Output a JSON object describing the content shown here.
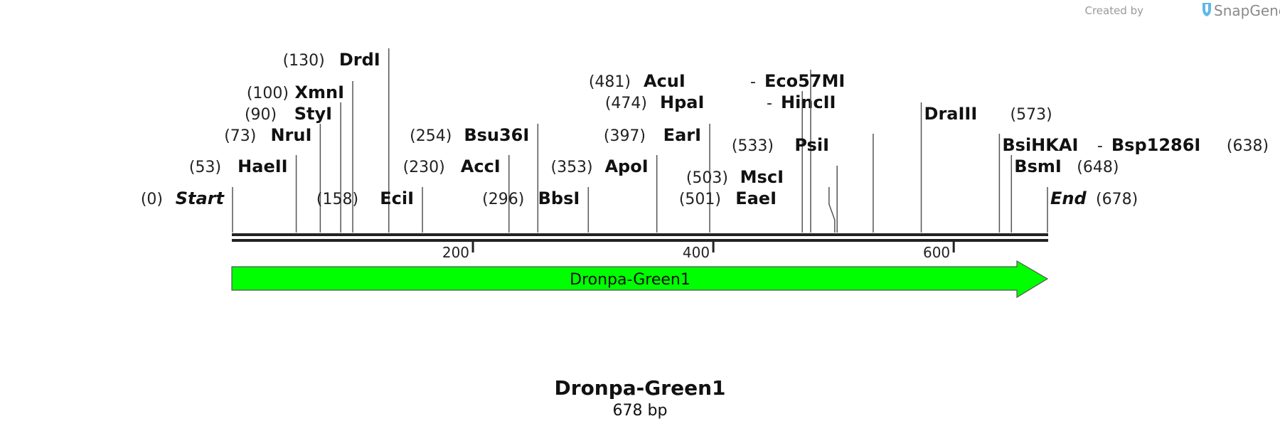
{
  "credit": {
    "created_by": "Created by",
    "brand": "SnapGene"
  },
  "sequence": {
    "name": "Dronpa-Green1",
    "length_label": "678 bp",
    "length": 678
  },
  "feature": {
    "label": "Dronpa-Green1",
    "color": "#00ff00",
    "start": 0,
    "end": 678,
    "direction": "forward"
  },
  "ruler": {
    "ticks": [
      200,
      400,
      600
    ]
  },
  "sites": [
    {
      "pos": "(0)",
      "name": "Start",
      "at": 0,
      "italic": true
    },
    {
      "pos": "(53)",
      "name": "HaeII",
      "at": 53
    },
    {
      "pos": "(73)",
      "name": "NruI",
      "at": 73
    },
    {
      "pos": "(90)",
      "name": "StyI",
      "at": 90
    },
    {
      "pos": "(100)",
      "name": "XmnI",
      "at": 100
    },
    {
      "pos": "(130)",
      "name": "DrdI",
      "at": 130
    },
    {
      "pos": "(158)",
      "name": "EciI",
      "at": 158
    },
    {
      "pos": "(230)",
      "name": "AccI",
      "at": 230
    },
    {
      "pos": "(254)",
      "name": "Bsu36I",
      "at": 254
    },
    {
      "pos": "(296)",
      "name": "BbsI",
      "at": 296
    },
    {
      "pos": "(353)",
      "name": "ApoI",
      "at": 353
    },
    {
      "pos": "(397)",
      "name": "EarI",
      "at": 397
    },
    {
      "pos": "(474)",
      "name": "HpaI",
      "name2": "HincII",
      "at": 474
    },
    {
      "pos": "(481)",
      "name": "AcuI",
      "name2": "Eco57MI",
      "at": 481
    },
    {
      "pos": "(501)",
      "name": "EaeI",
      "at": 501
    },
    {
      "pos": "(503)",
      "name": "MscI",
      "at": 503
    },
    {
      "pos": "(533)",
      "name": "PsiI",
      "at": 533
    },
    {
      "pos": "(573)",
      "name": "DraIII",
      "at": 573,
      "pos_after": true
    },
    {
      "pos": "(638)",
      "name": "BsiHKAI",
      "name2": "Bsp1286I",
      "at": 638,
      "pos_after": true
    },
    {
      "pos": "(648)",
      "name": "BsmI",
      "at": 648,
      "pos_after": true
    },
    {
      "pos": "(678)",
      "name": "End",
      "at": 678,
      "italic": true,
      "pos_after": true
    }
  ]
}
